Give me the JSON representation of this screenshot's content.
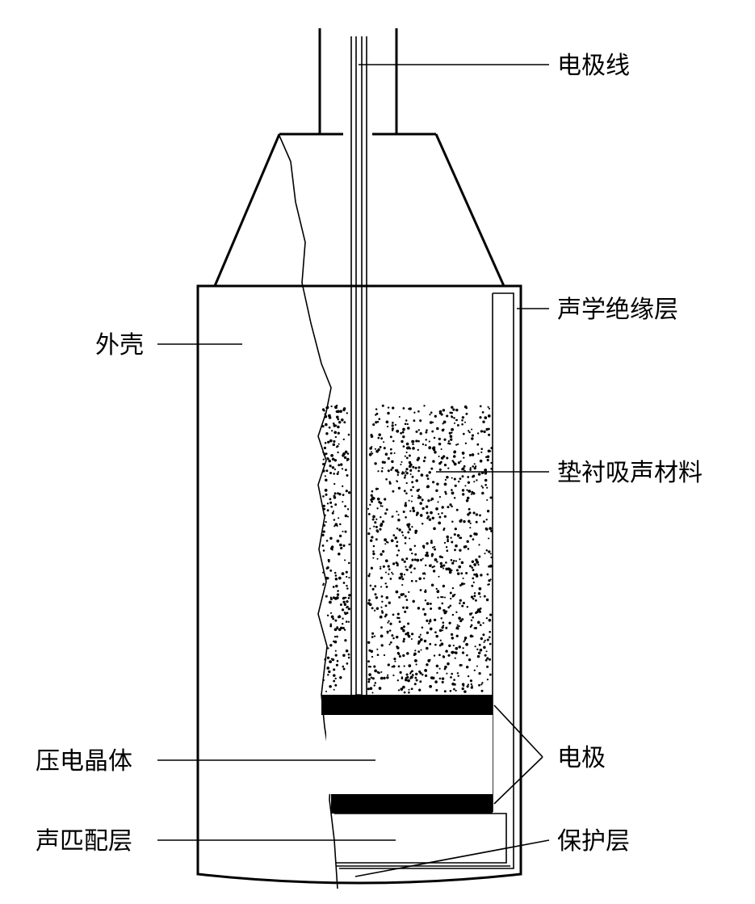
{
  "labels": {
    "electrode_wire": "电极线",
    "acoustic_insulation": "声学绝缘层",
    "housing": "外壳",
    "backing_material": "垫衬吸声材料",
    "piezo_crystal": "压电晶体",
    "electrode": "电极",
    "matching_layer": "声匹配层",
    "protective_layer": "保护层"
  }
}
